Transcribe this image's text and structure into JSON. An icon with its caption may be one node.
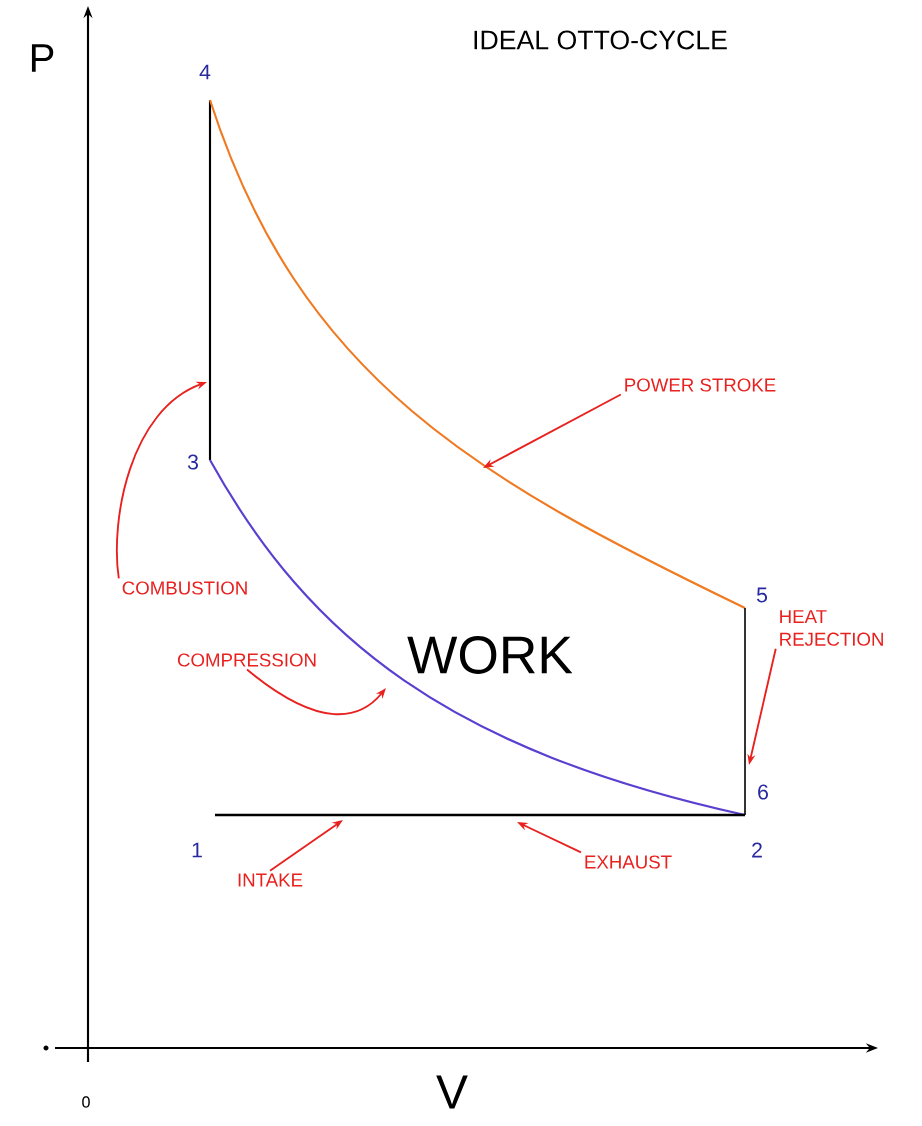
{
  "diagram": {
    "title": "IDEAL OTTO-CYCLE",
    "nodes": [
      {
        "text": [
          "POWER STROKE"
        ]
      },
      {
        "text": [
          "COMBUSTION"
        ]
      },
      {
        "text": [
          "COMPRESSION"
        ]
      },
      {
        "text": [
          "HEAT REJECTION"
        ]
      },
      {
        "text": [
          "INTAKE"
        ]
      },
      {
        "text": [
          "EXHAUST"
        ]
      }
    ],
    "edges": [
      {
        "from": 0,
        "to": null,
        "arrow": "to"
      },
      {
        "from": 1,
        "to": null,
        "arrow": "to"
      },
      {
        "from": 2,
        "to": null,
        "arrow": "to"
      },
      {
        "from": 3,
        "to": null,
        "arrow": "to"
      },
      {
        "from": 4,
        "to": null,
        "arrow": "to"
      },
      {
        "from": 5,
        "to": null,
        "arrow": "to"
      }
    ],
    "labels": [
      "P",
      "4",
      "3",
      "WORK",
      "5",
      "6",
      "1",
      "2",
      "0",
      "V"
    ]
  }
}
